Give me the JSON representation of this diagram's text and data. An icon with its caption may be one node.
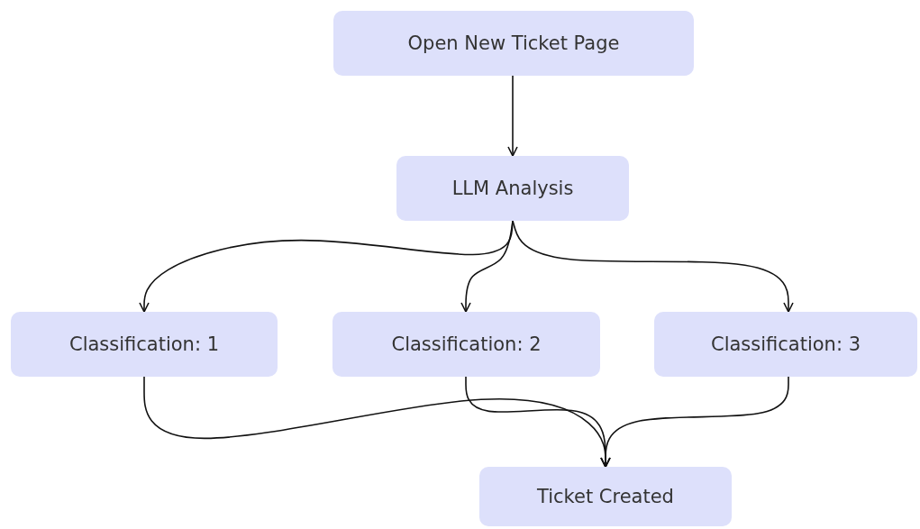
{
  "diagram": {
    "nodes": [
      {
        "text": [
          "Open New Ticket Page"
        ]
      },
      {
        "text": [
          "LLM Analysis"
        ]
      },
      {
        "text": [
          "Classification: 1"
        ]
      },
      {
        "text": [
          "Classification: 2"
        ]
      },
      {
        "text": [
          "Classification: 3"
        ]
      },
      {
        "text": [
          "Ticket Created"
        ]
      }
    ],
    "edges": [
      {
        "from": 0,
        "to": 1,
        "arrow": "to"
      },
      {
        "from": 1,
        "to": 2,
        "arrow": "to"
      },
      {
        "from": 1,
        "to": 3,
        "arrow": "to"
      },
      {
        "from": 1,
        "to": 4,
        "arrow": "to"
      },
      {
        "from": 2,
        "to": 5,
        "arrow": "to"
      },
      {
        "from": 3,
        "to": 5,
        "arrow": "to"
      },
      {
        "from": 4,
        "to": 5,
        "arrow": "to"
      }
    ]
  }
}
